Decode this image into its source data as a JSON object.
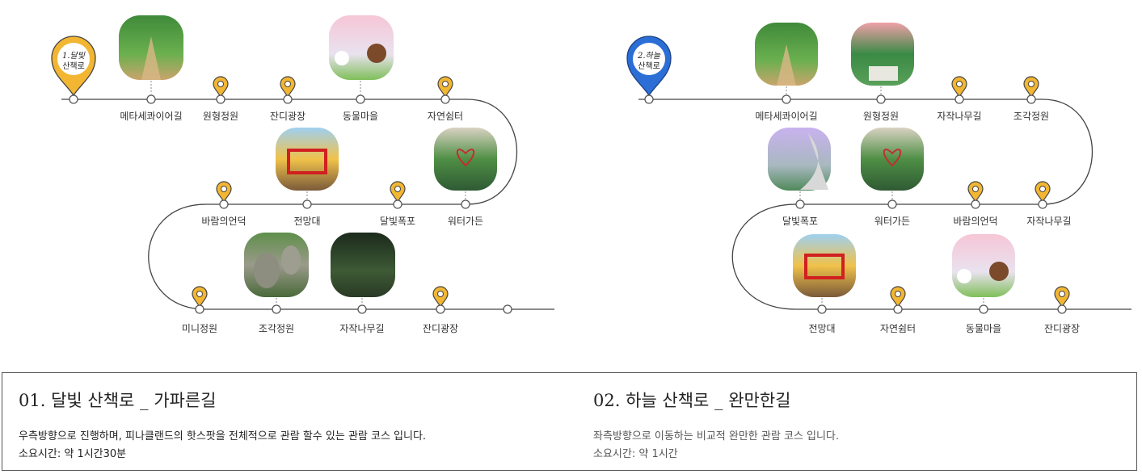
{
  "course1": {
    "start_pin": [
      "1.달빛",
      "산책로"
    ],
    "row1": [
      "메타세콰이어길",
      "원형정원",
      "잔디광장",
      "동물마을",
      "자연쉼터"
    ],
    "row2": [
      "바람의언덕",
      "전망대",
      "달빛폭포",
      "워터가든"
    ],
    "row3": [
      "미니정원",
      "조각정원",
      "자작나무길",
      "잔디광장"
    ]
  },
  "course2": {
    "start_pin": [
      "2.하늘",
      "산책로"
    ],
    "row1": [
      "메타세콰이어길",
      "원형정원",
      "자작나무길",
      "조각정원"
    ],
    "row2": [
      "달빛폭포",
      "워터가든",
      "바람의언덕",
      "자작나무길"
    ],
    "row3": [
      "전망대",
      "자연쉼터",
      "동물마을",
      "잔디광장"
    ]
  },
  "info": {
    "c1_title": "01. 달빛 산책로 _ 가파른길",
    "c1_desc": "우측방향으로 진행하며, 피나클랜드의 핫스팟을 전체적으로 관람 할수 있는 관람 코스 입니다.",
    "c1_time": "소요시간: 약 1시간30분",
    "c2_title": "02. 하늘 산책로 _ 완만한길",
    "c2_desc": "좌측방향으로 이동하는 비교적 완만한 관람 코스 입니다.",
    "c2_time": "소요시간: 약 1시간"
  },
  "colors": {
    "pin_yellow": "#f2b632",
    "pin_blue": "#2b6fd6",
    "line": "#444444"
  },
  "icons": [
    "map-pin-icon",
    "photo-thumbnail"
  ]
}
